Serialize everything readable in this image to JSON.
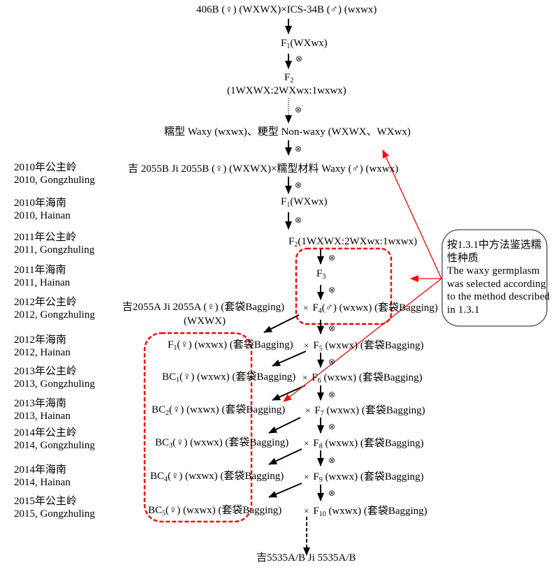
{
  "flowchart": {
    "self_symbol": "⊗",
    "cross_symbol": "×",
    "parental_cross": "406B (♀) (WXWX)×ICS-34B (♂) (wxwx)",
    "first_f1": {
      "base": "F",
      "sub": "1",
      "rest": "(WXwx)"
    },
    "first_f2": {
      "base": "F",
      "sub": "2"
    },
    "first_f2_segregation": "(1WXWX:2WXwx:1wxwx)",
    "selected_types": "糯型 Waxy (wxwx)、粳型 Non-waxy (WXWX、WXwx)",
    "second_cross": "吉 2055B Ji 2055B (♀) (WXWX)×糯型材料 Waxy (♂) (wxwx)",
    "second_f1": {
      "base": "F",
      "sub": "1",
      "rest": "(WXwx)"
    },
    "second_f2": {
      "base": "F",
      "sub": "2",
      "rest": "(1WXWX:2WXwx:1wxwx)"
    },
    "f3": {
      "base": "F",
      "sub": "3"
    },
    "recurrent_female": "吉2055A  Ji 2055A (♀) (套袋Bagging)",
    "recurrent_female_genotype": "(WXWX)",
    "f4_male": {
      "base": "F",
      "sub": "4",
      "rest": "(♂) (wxwx) (套袋Bagging)"
    },
    "backcross_rows": [
      {
        "female": {
          "base": "F",
          "sub": "1",
          "rest": "(♀) (wxwx) (套袋Bagging)"
        },
        "male": {
          "base": "F",
          "sub": "5",
          "rest": " (wxwx) (套袋Bagging)"
        }
      },
      {
        "female": {
          "base": "BC",
          "sub": "1",
          "rest": "(♀) (wxwx) (套袋Bagging)"
        },
        "male": {
          "base": "F",
          "sub": "6",
          "rest": " (wxwx) (套袋Bagging)"
        }
      },
      {
        "female": {
          "base": "BC",
          "sub": "2",
          "rest": "(♀) (wxwx) (套袋Bagging)"
        },
        "male": {
          "base": "F",
          "sub": "7",
          "rest": " (wxwx) (套袋Bagging)"
        }
      },
      {
        "female": {
          "base": "BC",
          "sub": "3",
          "rest": "(♀) (wxwx) (套袋Bagging)"
        },
        "male": {
          "base": "F",
          "sub": "8",
          "rest": " (wxwx) (套袋Bagging)"
        }
      },
      {
        "female": {
          "base": "BC",
          "sub": "4",
          "rest": "(♀) (wxwx) (套袋Bagging)"
        },
        "male": {
          "base": "F",
          "sub": "9",
          "rest": " (wxwx) (套袋Bagging)"
        }
      },
      {
        "female": {
          "base": "BC",
          "sub": "5",
          "rest": "(♀) (wxwx) (套袋Bagging)"
        },
        "male": {
          "base": "F",
          "sub": "10",
          "rest": " (wxwx) (套袋Bagging)"
        }
      }
    ],
    "final_line": "吉5535A/B Ji 5535A/B"
  },
  "timeline": [
    {
      "zh": "2010年公主岭",
      "en": "2010, Gongzhuling"
    },
    {
      "zh": "2010年海南",
      "en": "2010, Hainan"
    },
    {
      "zh": "2011年公主岭",
      "en": "2011, Gongzhuling"
    },
    {
      "zh": "2011年海南",
      "en": "2011, Hainan"
    },
    {
      "zh": "2012年公主岭",
      "en": "2012, Gongzhuling"
    },
    {
      "zh": "2012年海南",
      "en": "2012, Hainan"
    },
    {
      "zh": "2013年公主岭",
      "en": "2013, Gongzhuling"
    },
    {
      "zh": "2013年海南",
      "en": "2013, Hainan"
    },
    {
      "zh": "2014年公主岭",
      "en": "2014, Gongzhuling"
    },
    {
      "zh": "2014年海南",
      "en": "2014, Hainan"
    },
    {
      "zh": "2015年公主岭",
      "en": "2015, Gongzhuling"
    }
  ],
  "callout": {
    "lines_zh": [
      "按1.3.1中方法鉴选糯",
      "性种质"
    ],
    "lines_en": [
      "The waxy germplasm",
      "was selected according",
      "to the method described",
      "in 1.3.1"
    ]
  },
  "colors": {
    "text": "#000000",
    "annotation_red": "#ff0000",
    "callout_border": "#3b4a63"
  }
}
